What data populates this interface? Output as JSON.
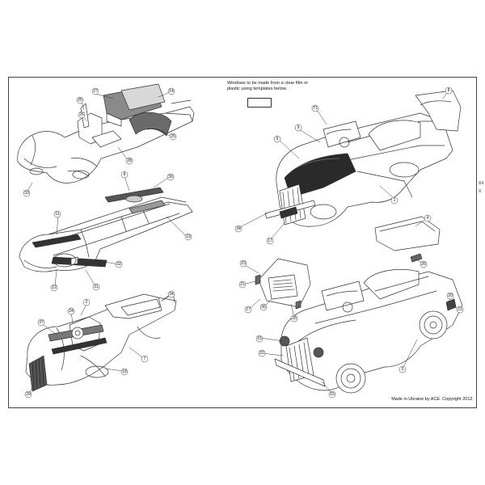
{
  "sheet": {
    "note": "Windows to be made from a clear film or plastic using templates below.",
    "copyright": "Made in Ukraine by ACE. Copyright 2012.",
    "edge_marks": [
      "XX",
      "X"
    ]
  },
  "callouts": {
    "top_left": [
      "27",
      "14",
      "25",
      "26",
      "25",
      "28",
      "33"
    ],
    "middle_left": [
      "8",
      "30",
      "11",
      "19",
      "32",
      "12",
      "31"
    ],
    "bottom_left": [
      "2",
      "24",
      "34",
      "37",
      "7",
      "18",
      "29"
    ],
    "top_right": [
      "T1",
      "9",
      "5",
      "8",
      "1",
      "34",
      "17",
      "4",
      "26"
    ],
    "bottom_right": [
      "23",
      "21",
      "35",
      "17",
      "36",
      "15",
      "22",
      "20",
      "21",
      "3",
      "15"
    ]
  }
}
